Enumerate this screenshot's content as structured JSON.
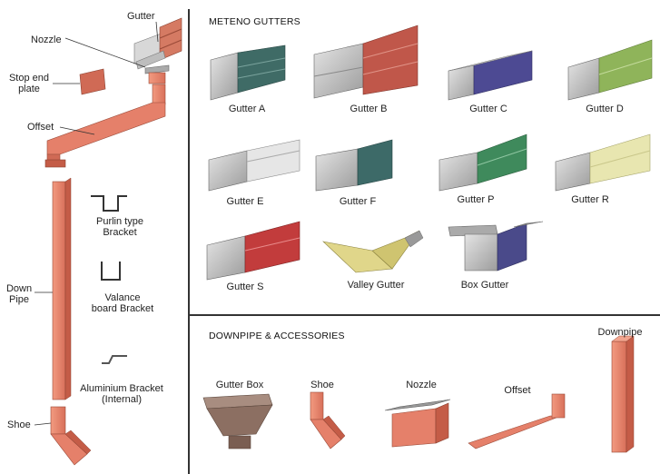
{
  "left": {
    "labels": {
      "gutter": "Gutter",
      "nozzle": "Nozzle",
      "stop_end_line1": "Stop end",
      "stop_end_line2": "plate",
      "offset": "Offset",
      "down_line1": "Down",
      "down_line2": "Pipe",
      "shoe": "Shoe",
      "purlin_line1": "Purlin type",
      "purlin_line2": "Bracket",
      "valance_line1": "Valance",
      "valance_line2": "board Bracket",
      "alu_line1": "Aluminium Bracket",
      "alu_line2": "(Internal)"
    }
  },
  "gutters": {
    "title": "METENO GUTTERS",
    "items": [
      {
        "label": "Gutter A",
        "color": "#3f6b66"
      },
      {
        "label": "Gutter B",
        "color": "#c0574a"
      },
      {
        "label": "Gutter C",
        "color": "#4d4a93"
      },
      {
        "label": "Gutter D",
        "color": "#8fb45a"
      },
      {
        "label": "Gutter E",
        "color": "#e6e6e6"
      },
      {
        "label": "Gutter F",
        "color": "#3d6a68"
      },
      {
        "label": "Gutter P",
        "color": "#3f8a5c"
      },
      {
        "label": "Gutter R",
        "color": "#e8e6b0"
      },
      {
        "label": "Gutter S",
        "color": "#c23c3c"
      },
      {
        "label": "Valley Gutter",
        "color": "#e0d68a"
      },
      {
        "label": "Box Gutter",
        "color": "#4a4a8a"
      }
    ]
  },
  "downpipe": {
    "title": "DOWNPIPE & ACCESSORIES",
    "items": [
      {
        "label": "Gutter Box"
      },
      {
        "label": "Shoe"
      },
      {
        "label": "Nozzle"
      },
      {
        "label": "Offset"
      },
      {
        "label": "Downpipe"
      }
    ]
  },
  "colors": {
    "pipe": "#e8866d",
    "pipe_dark": "#b9553d",
    "steel": "#b5b5b5",
    "gutter_box": "#8c6f62"
  }
}
